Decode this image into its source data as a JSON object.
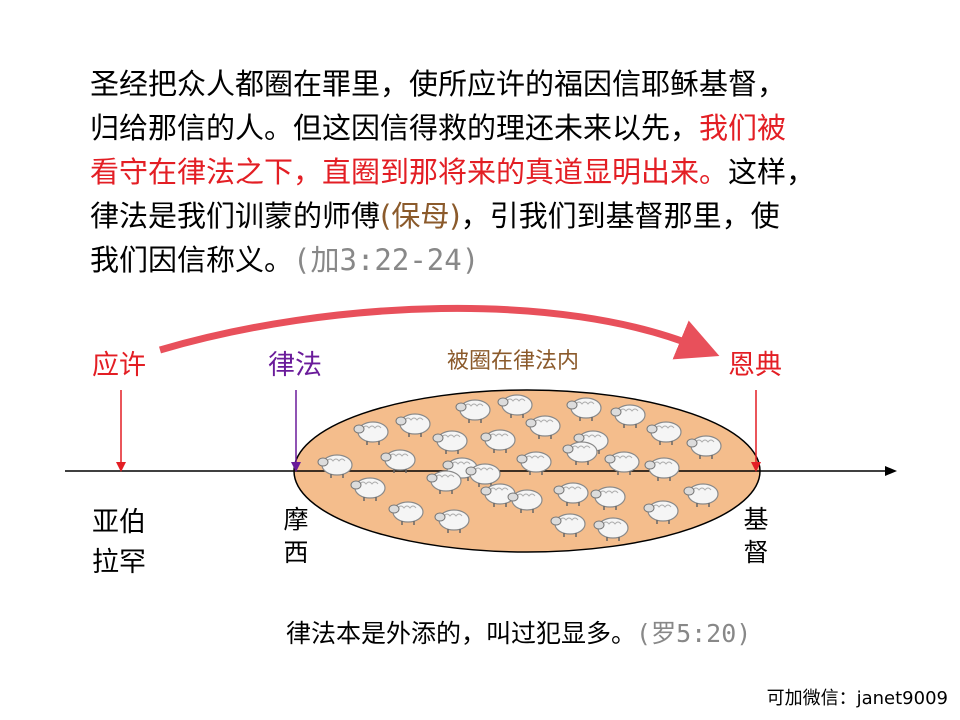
{
  "verse": {
    "line1": "圣经把众人都圈在罪里，使所应许的福因信耶稣基督，",
    "line2_a": "归给那信的人。但这因信得救的理还未来以先，",
    "line2_b": "我们被",
    "line3_a": "看守在律法之下，直圈到那将来的真道显明出来。",
    "line3_b": "这样，",
    "line4_a": "律法是我们训蒙的师傅",
    "line4_b": "(保母)",
    "line4_c": "，引我们到基督那里，使",
    "line5_a": "我们因信称义。",
    "line5_b": "(加3:22-24)"
  },
  "timeline": {
    "promise": "应许",
    "law": "律法",
    "enclosed": "被圈在律法内",
    "grace": "恩典",
    "abraham": "亚伯拉罕",
    "moses": "摩西",
    "christ": "基督"
  },
  "footer_verse": {
    "text": "律法本是外添的，叫过犯显多。",
    "ref": "(罗5:20)"
  },
  "contact": "可加微信：janet9009",
  "colors": {
    "red": "#e31e24",
    "purple": "#6a1b9a",
    "brown": "#8b5a2b",
    "ellipse_fill": "#f4bd8c",
    "arrow": "#e8505b"
  },
  "icons": [
    "sheep-icon"
  ],
  "sheep_count": 32
}
